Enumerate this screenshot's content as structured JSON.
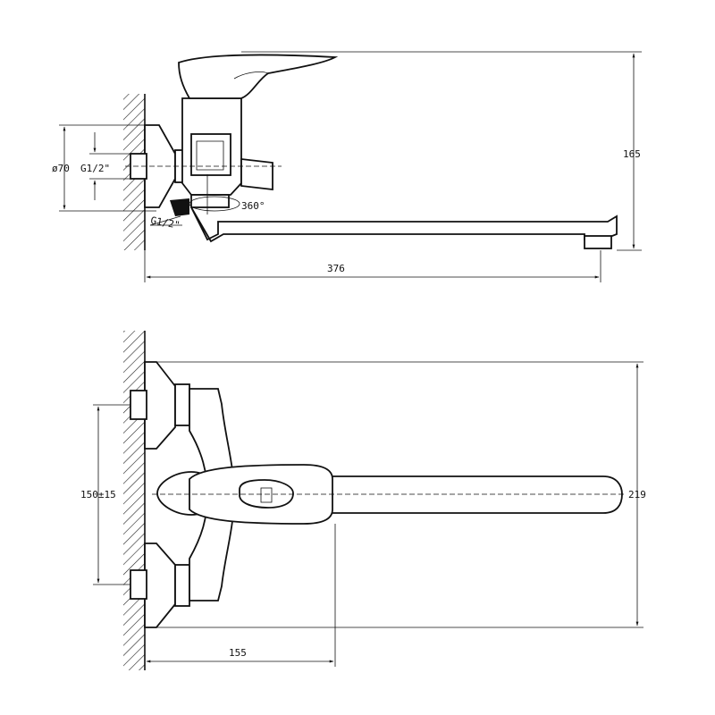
{
  "side_view": {
    "dim_height": "165",
    "dim_length": "376",
    "dim_flange": "ø70",
    "dim_thread": "G1/2\"",
    "dim_thread_inlet": "G1/2\"",
    "dim_rotation": "360°"
  },
  "top_view": {
    "dim_width": "219",
    "dim_centers": "150±15",
    "dim_offset": "155"
  }
}
